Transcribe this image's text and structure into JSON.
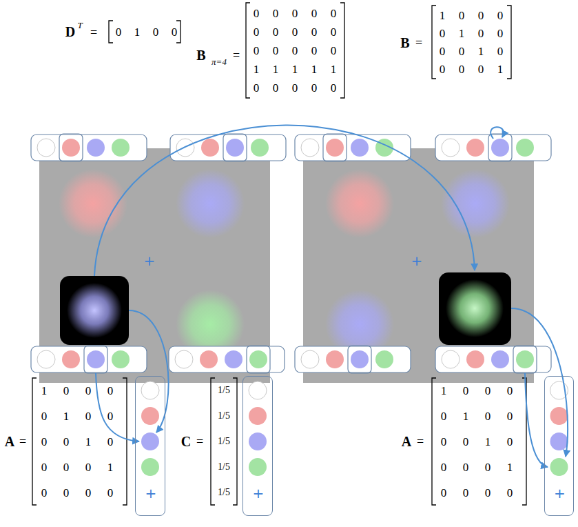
{
  "diagram": {
    "nodes": [
      {
        "text": [
          "+"
        ]
      },
      {
        "text": [
          "+"
        ]
      },
      {
        "text": [
          "+"
        ]
      },
      {
        "text": [
          "+"
        ]
      },
      {
        "text": [
          "+"
        ]
      }
    ],
    "labels": [
      "D",
      "T",
      "=",
      "0 1 0 0",
      "B",
      "π=4",
      "=",
      "0 0 0 0 0",
      "0 0 0 0 0",
      "0 0 0 0 0",
      "1 1 1 1 1",
      "0 0 0 0 0",
      "B",
      "=",
      "1 0 0 0",
      "0 1 0 0",
      "0 0 1 0",
      "0 0 0 1",
      "A",
      "=",
      "1 0 0 0",
      "0 1 0 0",
      "0 0 1 0",
      "0 0 0 1",
      "0 0 0 0",
      "C",
      "=",
      "1/5",
      "1/5",
      "1/5",
      "1/5",
      "1/5",
      "A",
      "=",
      "1 0 0 0",
      "0 1 0 0",
      "0 0 1 0",
      "0 0 0 1",
      "0 0 0 0"
    ]
  }
}
